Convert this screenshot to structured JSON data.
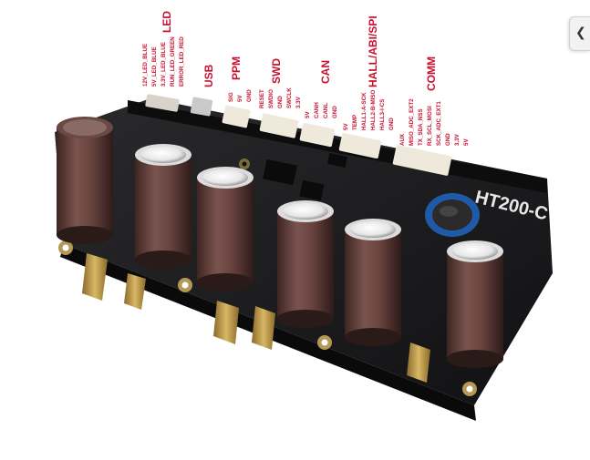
{
  "board": {
    "silkscreen": "HT200-C"
  },
  "labels": {
    "led": {
      "title": "LED",
      "pins": [
        "12V_LED_BLUE",
        "5V_LED_BLUE",
        "3.3V_LED_BLUE",
        "RUN_LED_GREEN",
        "ERROR_LED_RED"
      ]
    },
    "usb": {
      "title": "USB"
    },
    "ppm": {
      "title": "PPM",
      "pins": [
        "SIG",
        "5V",
        "GND"
      ]
    },
    "swd": {
      "title": "SWD",
      "pins": [
        "RESET",
        "SWDIO",
        "GND",
        "SWCLK",
        "3.3V"
      ]
    },
    "can": {
      "title": "CAN",
      "pins": [
        "5V",
        "CANH",
        "CANL",
        "GND"
      ]
    },
    "hall": {
      "title": "HALL/ABI/SPI",
      "pins": [
        "5V",
        "TEMP",
        "HALL1-A-SCK",
        "HALL2-B-MISO",
        "HALL3-I-CS",
        "GND"
      ]
    },
    "comm": {
      "title": "COMM",
      "pins": [
        "AUX",
        "MISO_ADC_EXT2",
        "TX_SDA_NSS",
        "RX_SCL_MOSI",
        "SCK_ADC_EXT1",
        "GND",
        "3.3V",
        "5V"
      ]
    }
  },
  "nav": {
    "expand_icon": "chevron-left-icon"
  },
  "colors": {
    "label_red": "#c8102e",
    "pcb_black": "#1c1c1e",
    "capacitor_brown": "#5a3a35",
    "bus_bar_gold": "#c9a24a",
    "film_cap_blue": "#1f5aa8"
  }
}
